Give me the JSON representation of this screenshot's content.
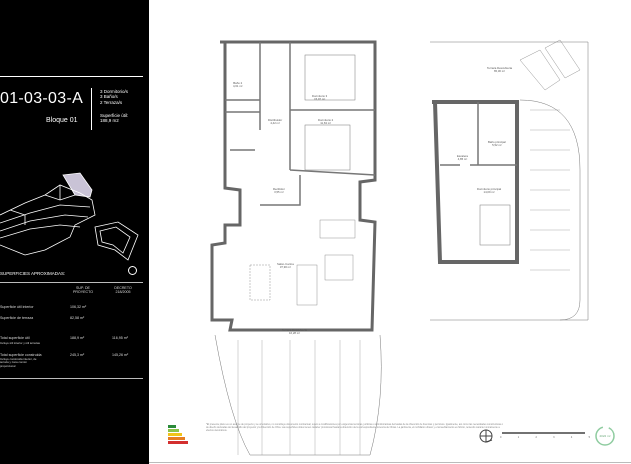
{
  "unit": {
    "code": "01-03-03-A",
    "block": "Bloque 01",
    "features": [
      "3 Dormitorio/s",
      "3 Baño/s",
      "2 Terraza/s"
    ],
    "useful_area_label": "Superficie útil:",
    "useful_area_value": "188,9 m2"
  },
  "surfaces": {
    "title": "SUPERFICIES APROXIMADAS:",
    "columns": [
      "SUP. DE PROYECTO",
      "DECRETO 218/2005"
    ],
    "rows": [
      {
        "label": "Superficie útil interior",
        "note": "",
        "proyecto": "106,32 m²",
        "decreto": ""
      },
      {
        "label": "Superficie de terraza",
        "note": "",
        "proyecto": "82,58 m²",
        "decreto": ""
      },
      {
        "label": "Total superficie útil",
        "note": "Incluye útil interior y útil terrazas",
        "proyecto": "188,9 m²",
        "decreto": "116,95 m²"
      },
      {
        "label": "Total superficie construida",
        "note": "Incluye construida interior, de terraza y zona común proporcional",
        "proyecto": "245,3 m²",
        "decreto": "145,26 m²"
      }
    ]
  },
  "rooms": {
    "bano2": [
      "Baño 2",
      "4,61 m²"
    ],
    "dorm3": [
      "Dormitorio 3",
      "15,97 m²"
    ],
    "distribuidor": [
      "Distribuidor",
      "4,42 m²"
    ],
    "dorm2": [
      "Dormitorio 2",
      "11,63 m²"
    ],
    "recibidor": [
      "Recibidor",
      "3,55 m²"
    ],
    "salon": [
      "Salón-Cocina",
      "37,90 m²"
    ],
    "terraza1": [
      "Terraza Descubierta",
      "16,28 m²"
    ],
    "terraza2": [
      "Terraza Descubierta",
      "65,30 m²"
    ],
    "escalera": [
      "Escalera",
      "4,85 m²"
    ],
    "banop": [
      "Baño principal",
      "5,52 m²"
    ],
    "dormp": [
      "Dormitorio principal",
      "14,09 m²"
    ]
  },
  "disclaimer": "*El presente plano es un avance de proyecto y se orientativo, no constituye documento contractual, sujeto a modificaciones por exigencias técnicas, jurídicas o administrativas derivadas de la obtención de licencias y permisos. Igualmente, así como las necesidades constructivas o de diseño derivadas del desarrollo del proyecto y la Dirección de Obra. Las superficies útiles tienen carácter provisional hasta la obtención de la correspondiente Licencia de Obras. La jardinería, el mobiliario urbano y el amueblamiento es ficticio, teniendo carácter únicamente a efectos decorativos.",
  "scale_ticks": [
    "0",
    "1",
    "2",
    "3",
    "4",
    "5"
  ],
  "badge": "2022 m²",
  "colors": {
    "panel": "#000000",
    "highlight": "#c9c3d6",
    "badge": "#8fcca0"
  }
}
